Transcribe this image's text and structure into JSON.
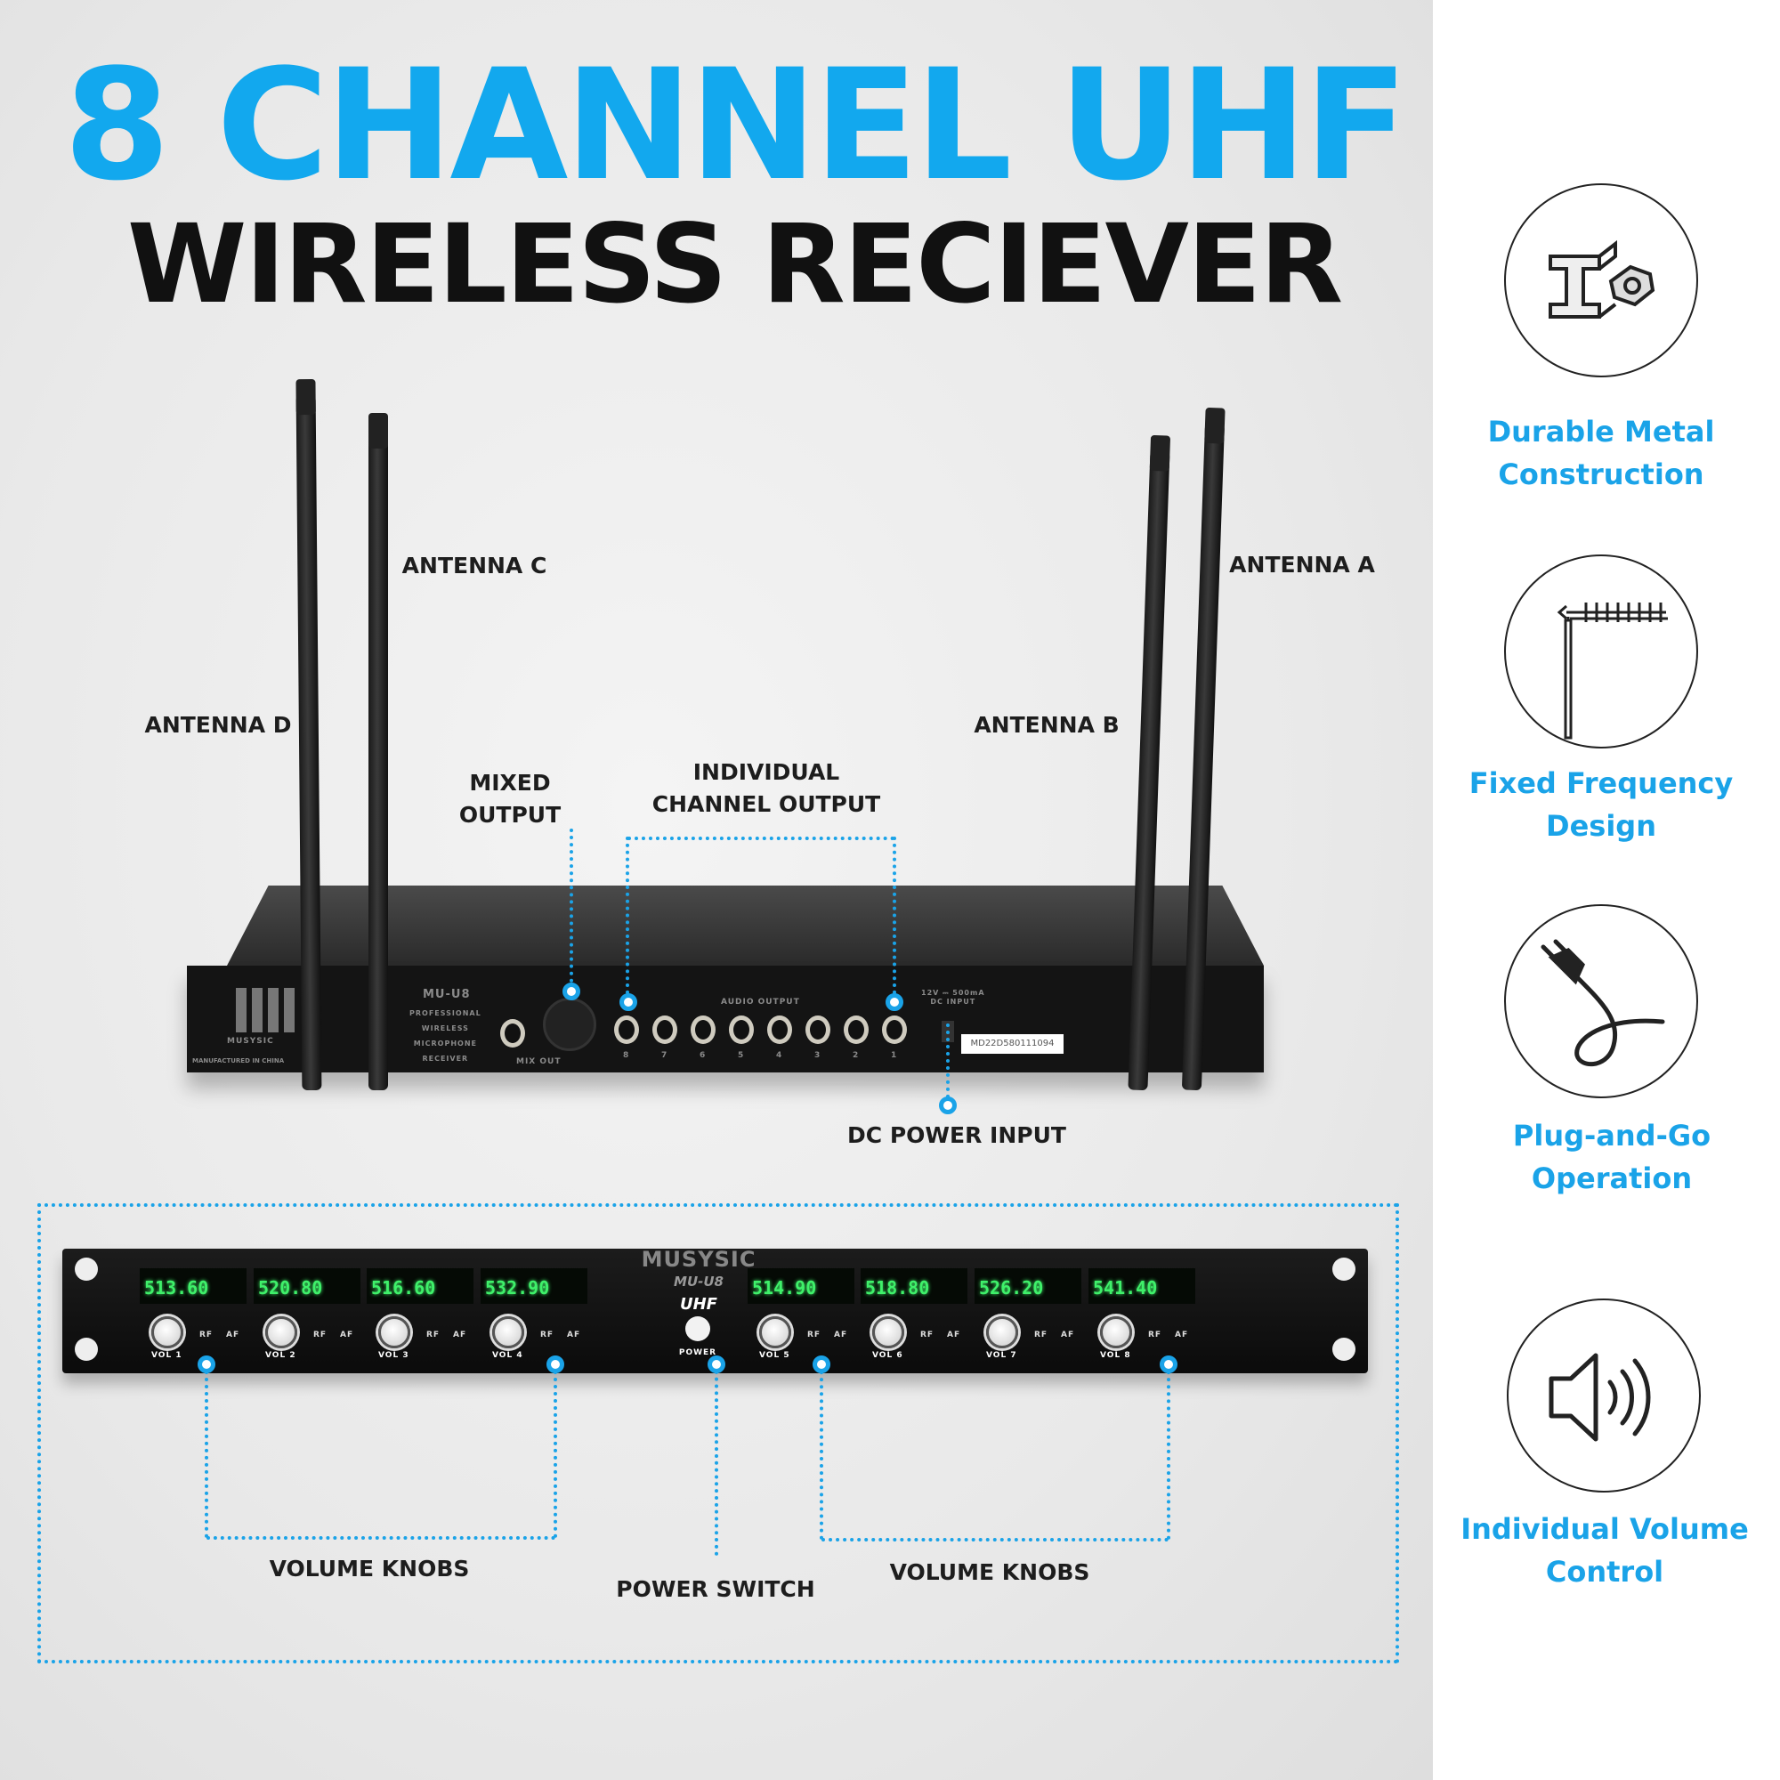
{
  "title": {
    "line1": "8 CHANNEL UHF",
    "line2": "WIRELESS RECIEVER"
  },
  "colors": {
    "accent": "#1aa3e8",
    "title_blue": "#12a8ee",
    "display_green": "#3ff06a"
  },
  "callouts": {
    "antenna_a": "ANTENNA A",
    "antenna_b": "ANTENNA B",
    "antenna_c": "ANTENNA C",
    "antenna_d": "ANTENNA D",
    "mixed_output": [
      "MIXED",
      "OUTPUT"
    ],
    "individual_output": [
      "INDIVIDUAL",
      "CHANNEL OUTPUT"
    ],
    "dc_power": "DC POWER INPUT",
    "volume_knobs_left": "VOLUME KNOBS",
    "power_switch": "POWER SWITCH",
    "volume_knobs_right": "VOLUME KNOBS"
  },
  "back_panel": {
    "model": "MU-U8",
    "description": [
      "PROFESSIONAL",
      "WIRELESS",
      "MICROPHONE",
      "RECEIVER"
    ],
    "brand": "MUSYSIC",
    "made_in": "MANUFACTURED IN CHINA",
    "audio_output": "AUDIO OUTPUT",
    "mix_out": "MIX OUT",
    "dc": [
      "12V ⎓ 500mA",
      "DC INPUT"
    ],
    "serial": "MD22D580111094",
    "jack_numbers": [
      "8",
      "7",
      "6",
      "5",
      "4",
      "3",
      "2",
      "1"
    ]
  },
  "front_panel": {
    "brand": "MUSYSIC",
    "model": "MU-U8",
    "band": "UHF",
    "power_label": "POWER",
    "channels": [
      {
        "freq": "513.60",
        "vol": "VOL 1"
      },
      {
        "freq": "520.80",
        "vol": "VOL 2"
      },
      {
        "freq": "516.60",
        "vol": "VOL 3"
      },
      {
        "freq": "532.90",
        "vol": "VOL 4"
      },
      {
        "freq": "514.90",
        "vol": "VOL 5"
      },
      {
        "freq": "518.80",
        "vol": "VOL 6"
      },
      {
        "freq": "526.20",
        "vol": "VOL 7"
      },
      {
        "freq": "541.40",
        "vol": "VOL 8"
      }
    ],
    "rf": "RF",
    "af": "AF"
  },
  "features": [
    {
      "icon": "metal-beam-icon",
      "lines": [
        "Durable Metal",
        "Construction"
      ]
    },
    {
      "icon": "antenna-icon",
      "lines": [
        "Fixed Frequency",
        "Design"
      ]
    },
    {
      "icon": "plug-icon",
      "lines": [
        "Plug-and-Go",
        "Operation"
      ]
    },
    {
      "icon": "speaker-volume-icon",
      "lines": [
        "Individual Volume",
        "Control"
      ]
    }
  ]
}
